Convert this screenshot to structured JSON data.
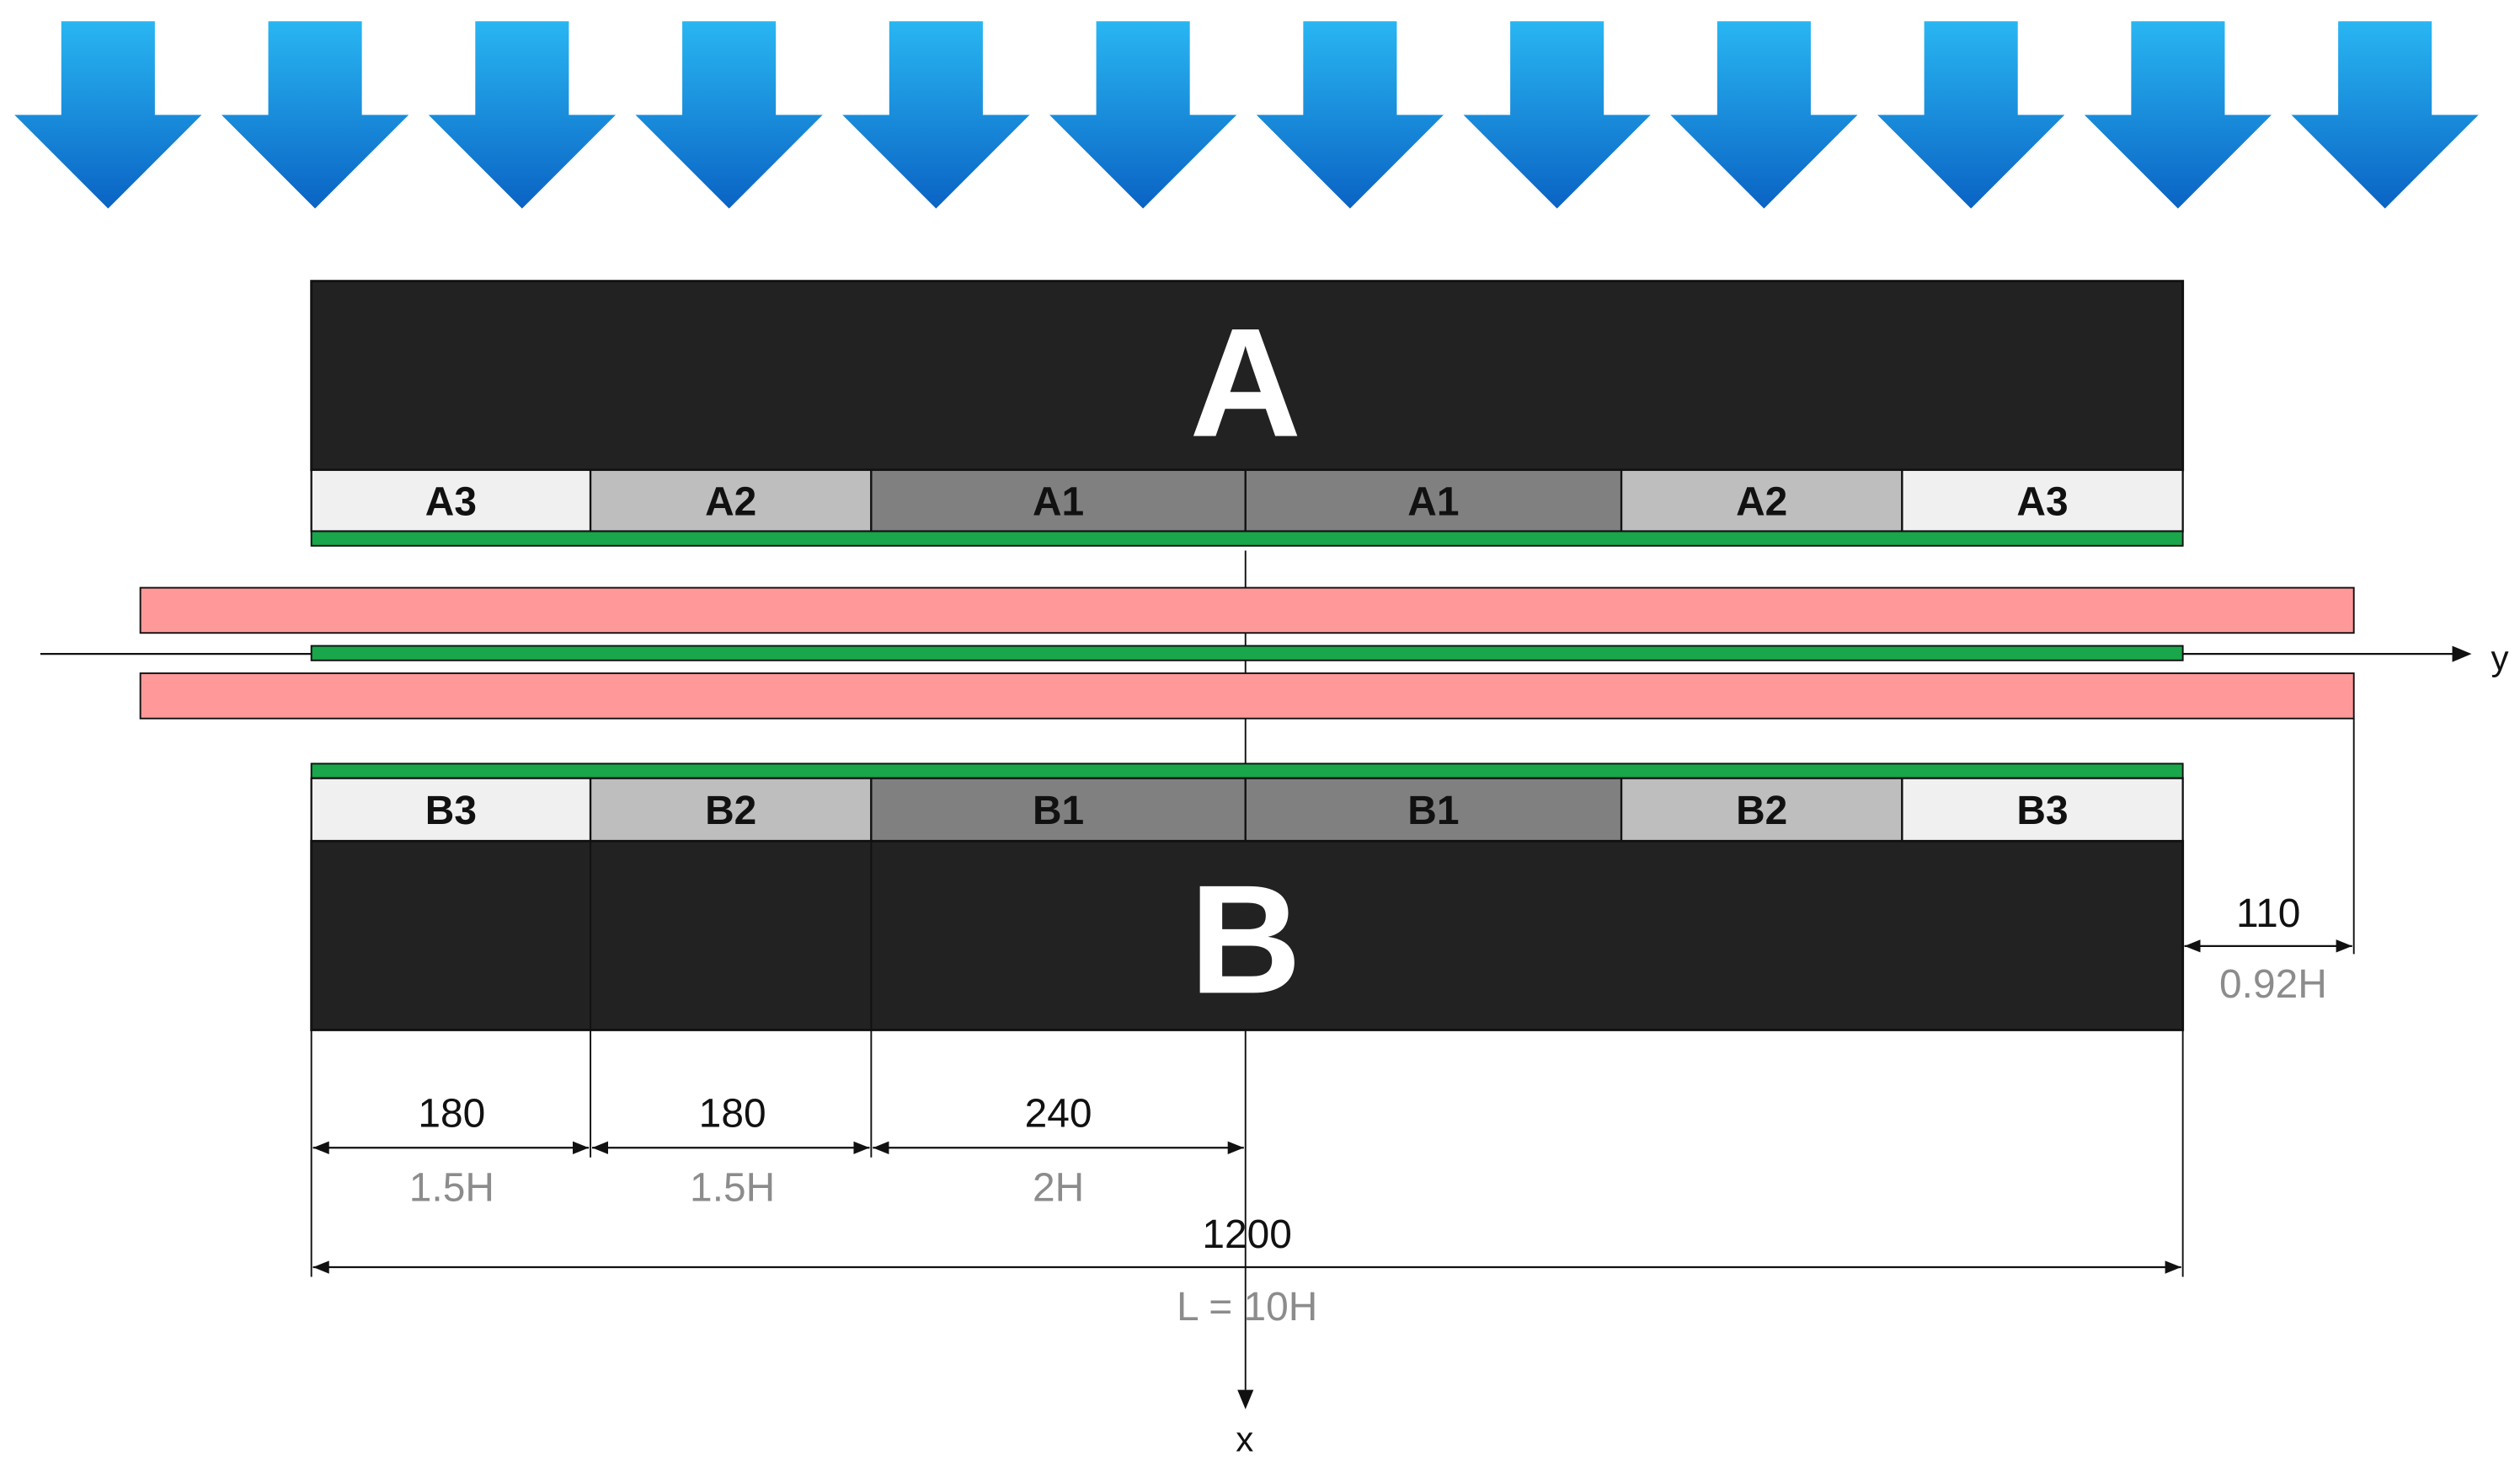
{
  "colors": {
    "arrow_top": "#29b6f2",
    "arrow_bottom": "#0a63c4",
    "block": "#222222",
    "zone_outer": "#f0f0f0",
    "zone_middle": "#bebebe",
    "zone_inner": "#808080",
    "adhesive": "#1aa64a",
    "substrate": "#ff9999",
    "relative_text": "#8c8c8c"
  },
  "arrows": {
    "count": 12,
    "icon": "down-arrow-icon"
  },
  "blocks": {
    "top": "A",
    "bottom": "B"
  },
  "zones": {
    "top": [
      "A3",
      "A2",
      "A1",
      "A1",
      "A2",
      "A3"
    ],
    "bottom": [
      "B3",
      "B2",
      "B1",
      "B1",
      "B2",
      "B3"
    ]
  },
  "dimensions": {
    "seg1": {
      "value": "180",
      "relative": "1.5H"
    },
    "seg2": {
      "value": "180",
      "relative": "1.5H"
    },
    "seg3": {
      "value": "240",
      "relative": "2H"
    },
    "total": {
      "value": "1200",
      "relative": "L = 10H"
    },
    "overhang": {
      "value": "110",
      "relative": "0.92H"
    }
  },
  "axes": {
    "horizontal": "y",
    "vertical": "x"
  }
}
